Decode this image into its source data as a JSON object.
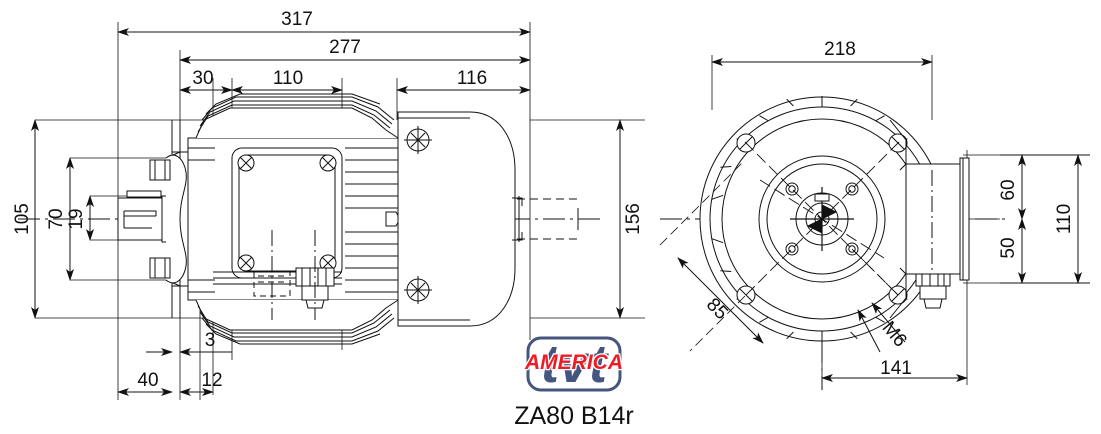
{
  "drawing": {
    "caption": "ZA80 B14r",
    "logo": {
      "brand_text": "tvt",
      "sub_text": "AMERICA",
      "brand_color": "#44567f",
      "sub_color": "#ee1c25",
      "plate_color": "#ffffff",
      "border_color": "#44567f"
    },
    "line_color": "#111111",
    "views": {
      "side": {
        "name": "side-elevation-view"
      },
      "end": {
        "name": "end-elevation-view"
      }
    },
    "dimensions": {
      "side_top": [
        {
          "name": "overall-length",
          "value": "317"
        },
        {
          "name": "body-length",
          "value": "277"
        },
        {
          "name": "flange-to-housing",
          "value": "30"
        },
        {
          "name": "terminal-box-length",
          "value": "110"
        },
        {
          "name": "fan-cowl-length",
          "value": "116"
        }
      ],
      "side_left": [
        {
          "name": "flange-outer-diameter",
          "value": "105"
        },
        {
          "name": "flange-pcd",
          "value": "70"
        },
        {
          "name": "shaft-diameter",
          "value": "19"
        }
      ],
      "side_right": [
        {
          "name": "overall-height",
          "value": "156"
        }
      ],
      "side_bottom": [
        {
          "name": "flange-thickness",
          "value": "3"
        },
        {
          "name": "shaft-length",
          "value": "40"
        },
        {
          "name": "spigot-length",
          "value": "12"
        }
      ],
      "end_top": [
        {
          "name": "frame-outer-width",
          "value": "218"
        }
      ],
      "end_right": [
        {
          "name": "terminal-box-above-centre",
          "value": "60"
        },
        {
          "name": "terminal-box-below-centre",
          "value": "50"
        },
        {
          "name": "terminal-box-height",
          "value": "110"
        }
      ],
      "end_bottom": [
        {
          "name": "centre-to-terminal-face",
          "value": "141"
        }
      ],
      "end_diagonal": [
        {
          "name": "bolt-circle-diameter",
          "value": "85"
        },
        {
          "name": "fixing-thread",
          "value": "M6"
        }
      ]
    }
  }
}
